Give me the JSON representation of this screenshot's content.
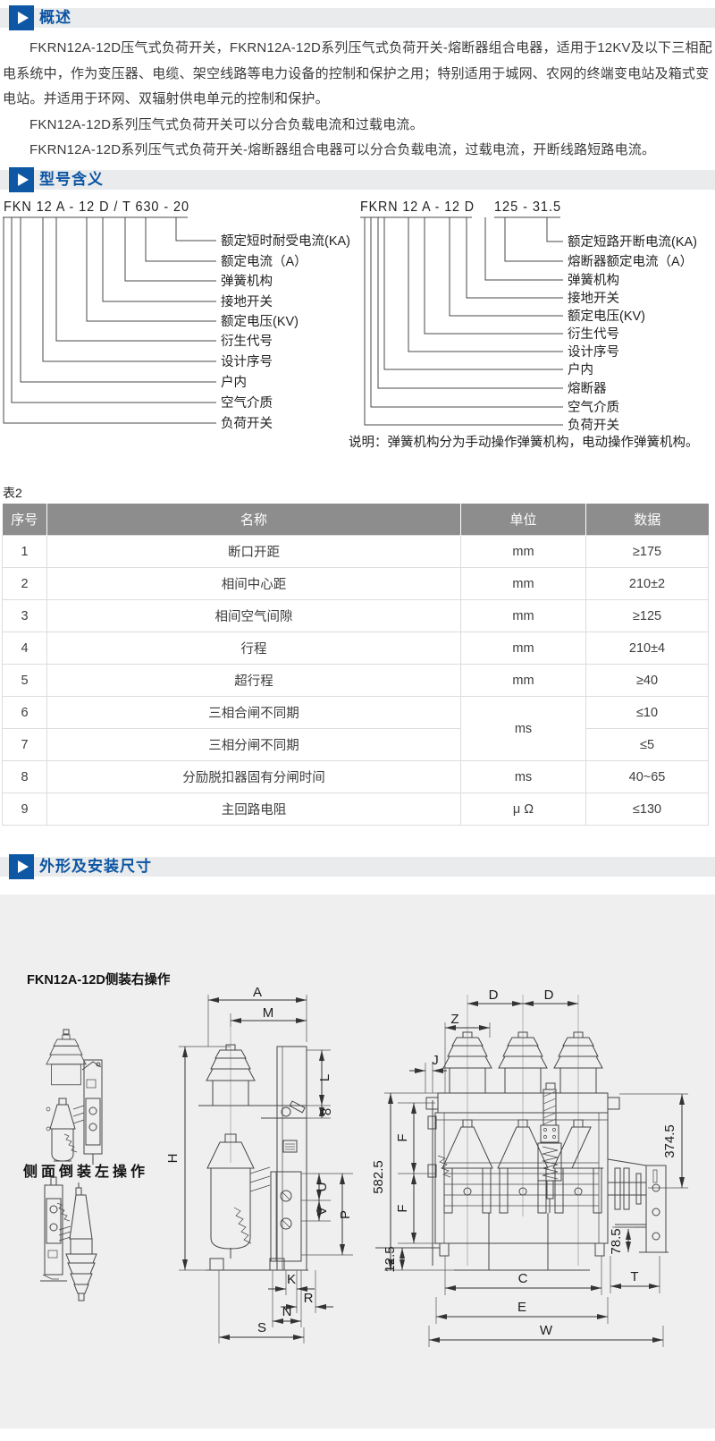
{
  "sections": {
    "overview": {
      "title": "概述"
    },
    "model": {
      "title": "型号含义"
    },
    "outline": {
      "title": "外形及安装尺寸"
    }
  },
  "colors": {
    "accent_blue": "#0d57a5",
    "bar_bg": "#e9ebec",
    "table_header_bg": "#8d8d8d",
    "drawing_bg": "#efefef"
  },
  "overview": {
    "paragraphs": [
      "FKRN12A-12D压气式负荷开关，FKRN12A-12D系列压气式负荷开关-熔断器组合电器，适用于12KV及以下三相配电系统中，作为变压器、电缆、架空线路等电力设备的控制和保护之用；特别适用于城网、农网的终端变电站及箱式变电站。并适用于环网、双辐射供电单元的控制和保护。",
      "FKN12A-12D系列压气式负荷开关可以分合负载电流和过载电流。",
      "FKRN12A-12D系列压气式负荷开关-熔断器组合电器可以分合负载电流，过载电流，开断线路短路电流。"
    ]
  },
  "model_left": {
    "code": "FKN 12 A - 12 D / T 630 - 20",
    "labels": [
      "额定短时耐受电流(KA)",
      "额定电流（A）",
      "弹簧机构",
      "接地开关",
      "额定电压(KV)",
      "衍生代号",
      "设计序号",
      "户内",
      "空气介质",
      "负荷开关"
    ]
  },
  "model_right": {
    "code": "FKRN 12 A - 12 D",
    "code2": "125 - 31.5",
    "labels": [
      "额定短路开断电流(KA)",
      "熔断器额定电流（A）",
      "弹簧机构",
      "接地开关",
      "额定电压(KV)",
      "衍生代号",
      "设计序号",
      "户内",
      "熔断器",
      "空气介质",
      "负荷开关"
    ]
  },
  "model_note": "说明：弹簧机构分为手动操作弹簧机构，电动操作弹簧机构。",
  "table": {
    "caption": "表2",
    "headers": [
      "序号",
      "名称",
      "单位",
      "数据"
    ],
    "rows": [
      {
        "no": "1",
        "name": "断口开距",
        "unit": "mm",
        "value": "≥175"
      },
      {
        "no": "2",
        "name": "相间中心距",
        "unit": "mm",
        "value": "210±2"
      },
      {
        "no": "3",
        "name": "相间空气间隙",
        "unit": "mm",
        "value": "≥125"
      },
      {
        "no": "4",
        "name": "行程",
        "unit": "mm",
        "value": "210±4"
      },
      {
        "no": "5",
        "name": "超行程",
        "unit": "mm",
        "value": "≥40"
      },
      {
        "no": "6",
        "name": "三相合闸不同期",
        "unit": "ms",
        "value": "≤10"
      },
      {
        "no": "7",
        "name": "三相分闸不同期",
        "value": "≤5"
      },
      {
        "no": "8",
        "name": "分励脱扣器固有分闸时间",
        "unit": "ms",
        "value": "40~65"
      },
      {
        "no": "9",
        "name": "主回路电阻",
        "unit": "μ Ω",
        "value": "≤130"
      }
    ]
  },
  "drawings": {
    "caption_right_op": "FKN12A-12D侧装右操作",
    "caption_left_op": "侧面倒装左操作",
    "side_view_dims": [
      "A",
      "M",
      "L",
      "8",
      "H",
      "U",
      "V",
      "P",
      "K",
      "R",
      "N",
      "S"
    ],
    "front_view_dims": [
      "D",
      "D",
      "Z",
      "J",
      "582.5",
      "F",
      "F",
      "374.5",
      "12.5",
      "78.5",
      "C",
      "E",
      "T",
      "W"
    ]
  }
}
